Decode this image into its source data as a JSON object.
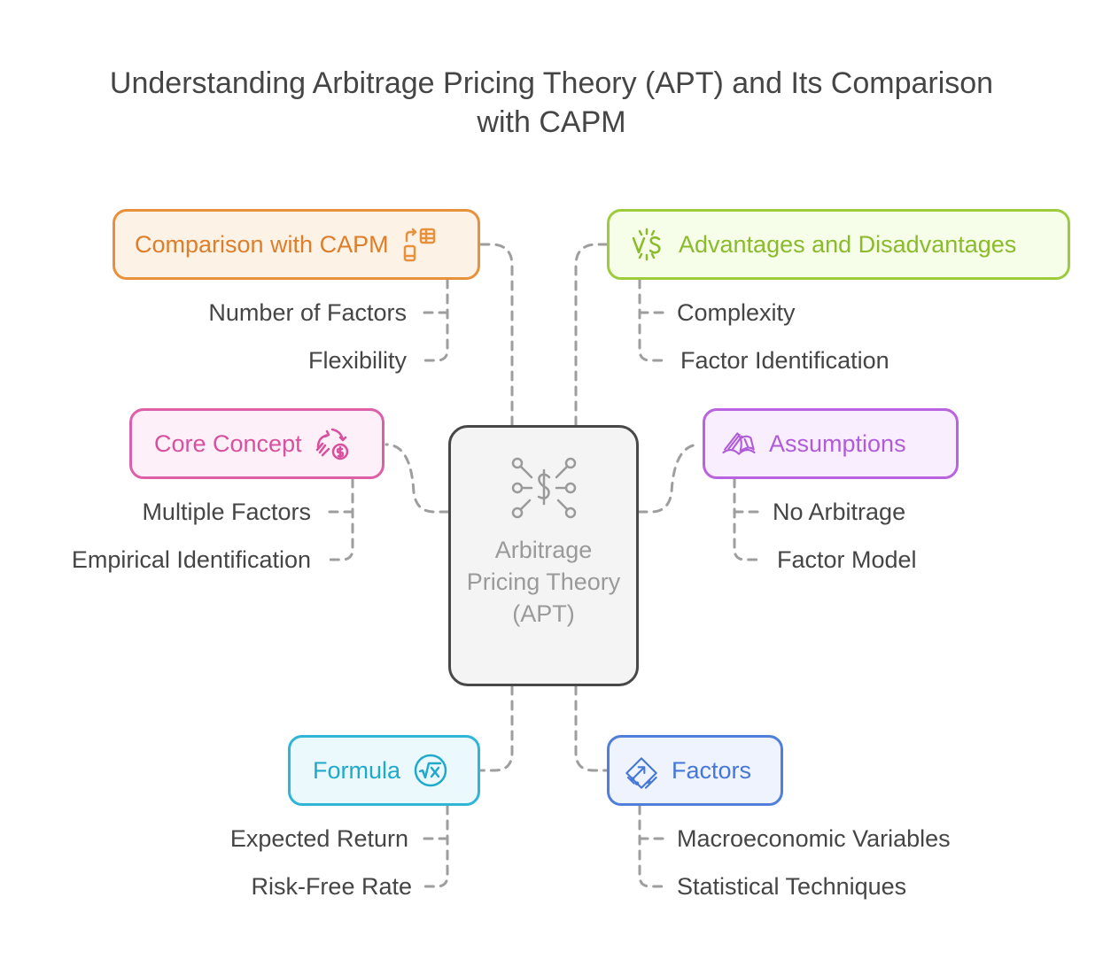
{
  "title": {
    "line1": "Understanding Arbitrage Pricing Theory (APT) and Its Comparison",
    "line2": "with CAPM"
  },
  "center": {
    "label": "Arbitrage Pricing Theory (APT)",
    "icon": "dollar-network-icon",
    "color": "#9a9a9a"
  },
  "branches": {
    "comparison": {
      "label": "Comparison with CAPM",
      "icon": "device-grid-icon",
      "color": "#e8913d",
      "items": [
        "Number of Factors",
        "Flexibility"
      ]
    },
    "advantages": {
      "label": "Advantages and Disadvantages",
      "icon": "versus-icon",
      "color": "#9ecb3e",
      "items": [
        "Complexity",
        "Factor Identification"
      ]
    },
    "core": {
      "label": "Core Concept",
      "icon": "money-cycle-icon",
      "color": "#dd5fa8",
      "items": [
        "Multiple Factors",
        "Empirical Identification"
      ]
    },
    "assumptions": {
      "label": "Assumptions",
      "icon": "book-pages-icon",
      "color": "#b963e0",
      "items": [
        "No Arbitrage",
        "Factor Model"
      ]
    },
    "formula": {
      "label": "Formula",
      "icon": "square-root-icon",
      "color": "#2fb5d6",
      "items": [
        "Expected Return",
        "Risk-Free Rate"
      ]
    },
    "factors": {
      "label": "Factors",
      "icon": "chart-arrow-icon",
      "color": "#4f7fdb",
      "items": [
        "Macroeconomic Variables",
        "Statistical Techniques"
      ]
    }
  }
}
